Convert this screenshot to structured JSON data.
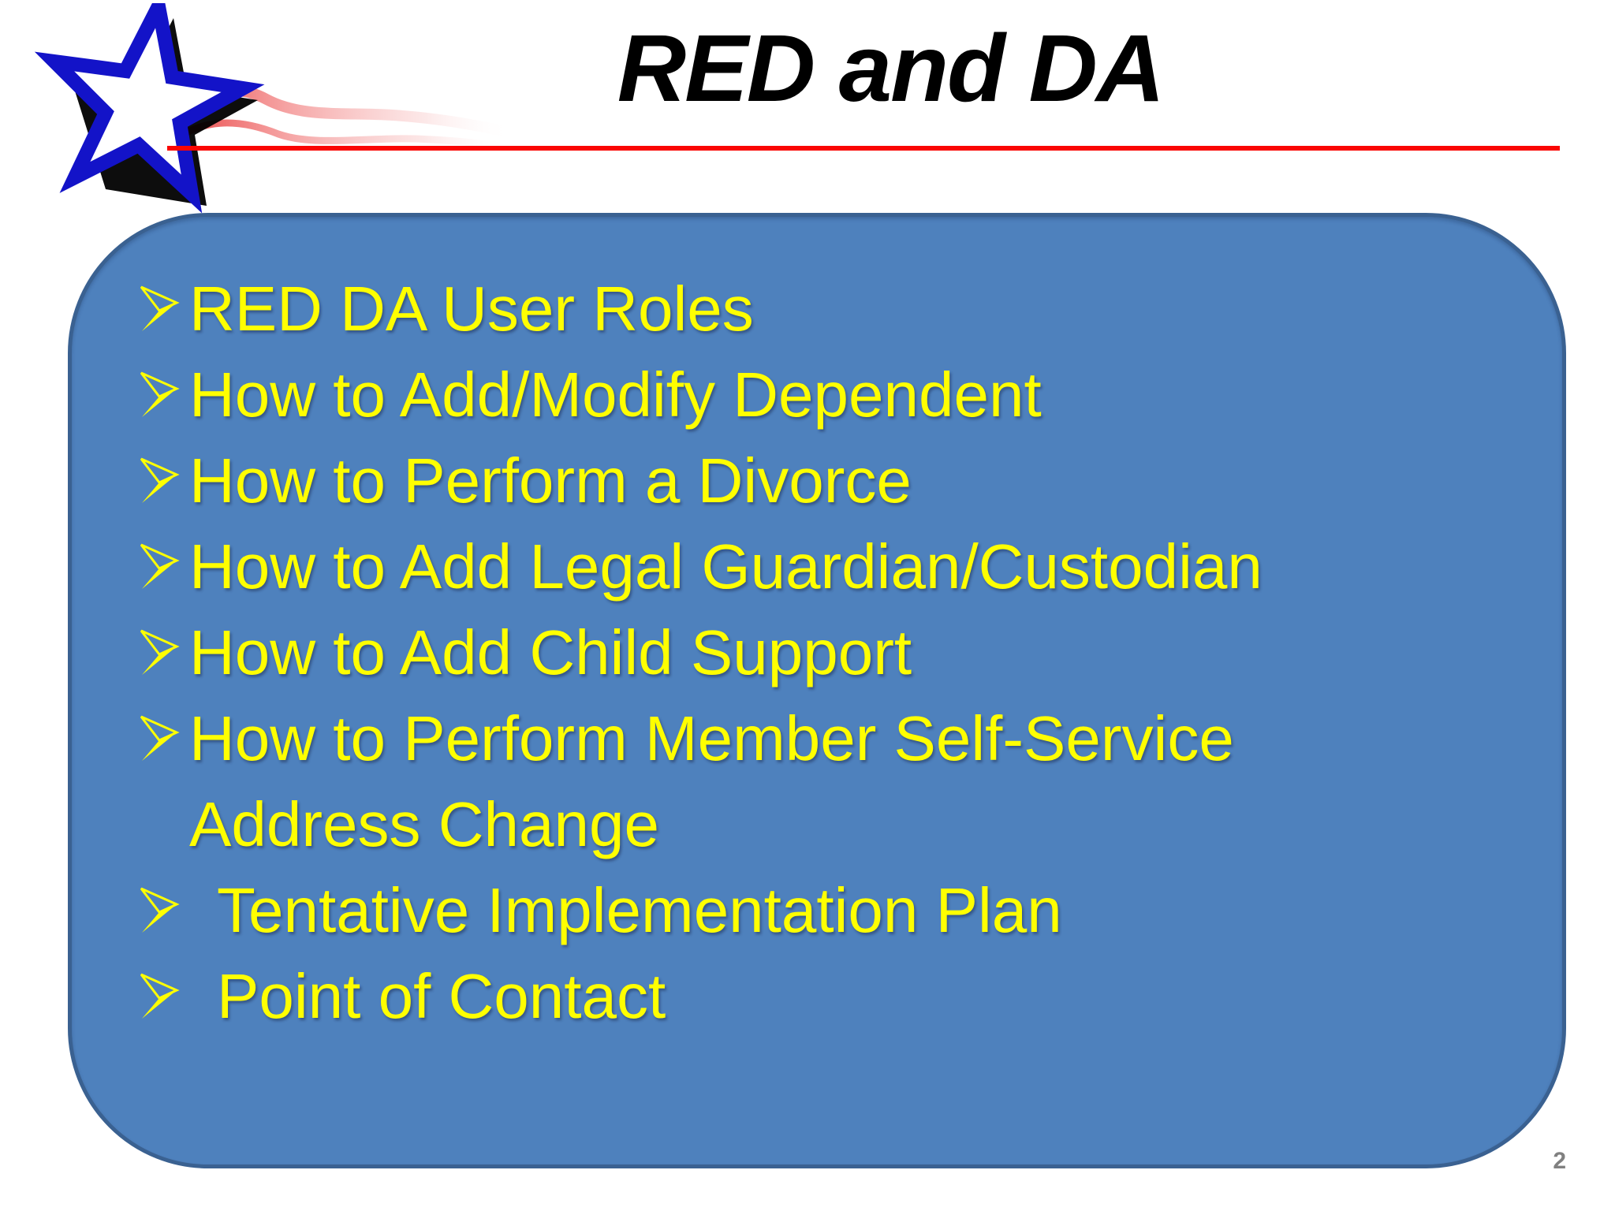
{
  "slide": {
    "title": "RED and DA",
    "page_number": "2",
    "colors": {
      "panel_fill": "#4E81BD",
      "panel_border": "#3A6191",
      "bullet_text": "#FFFF00",
      "rule_red": "#FA0603",
      "star_blue": "#1313C8",
      "title_black": "#000000",
      "page_number_gray": "#808080"
    },
    "logo_icon": "star-swoosh-logo",
    "bullet_icon": "three-d-arrowhead-bullet",
    "agenda": {
      "items": [
        {
          "lines": [
            "RED DA User Roles"
          ]
        },
        {
          "lines": [
            "How to Add/Modify Dependent"
          ]
        },
        {
          "lines": [
            "How to Perform a Divorce"
          ]
        },
        {
          "lines": [
            "How to Add Legal Guardian/Custodian"
          ]
        },
        {
          "lines": [
            "How to Add Child Support"
          ]
        },
        {
          "lines": [
            "How to Perform Member Self-Service",
            "Address Change"
          ]
        },
        {
          "lines": [
            "Tentative Implementation Plan"
          ]
        },
        {
          "lines": [
            "Point of Contact"
          ]
        }
      ]
    }
  }
}
